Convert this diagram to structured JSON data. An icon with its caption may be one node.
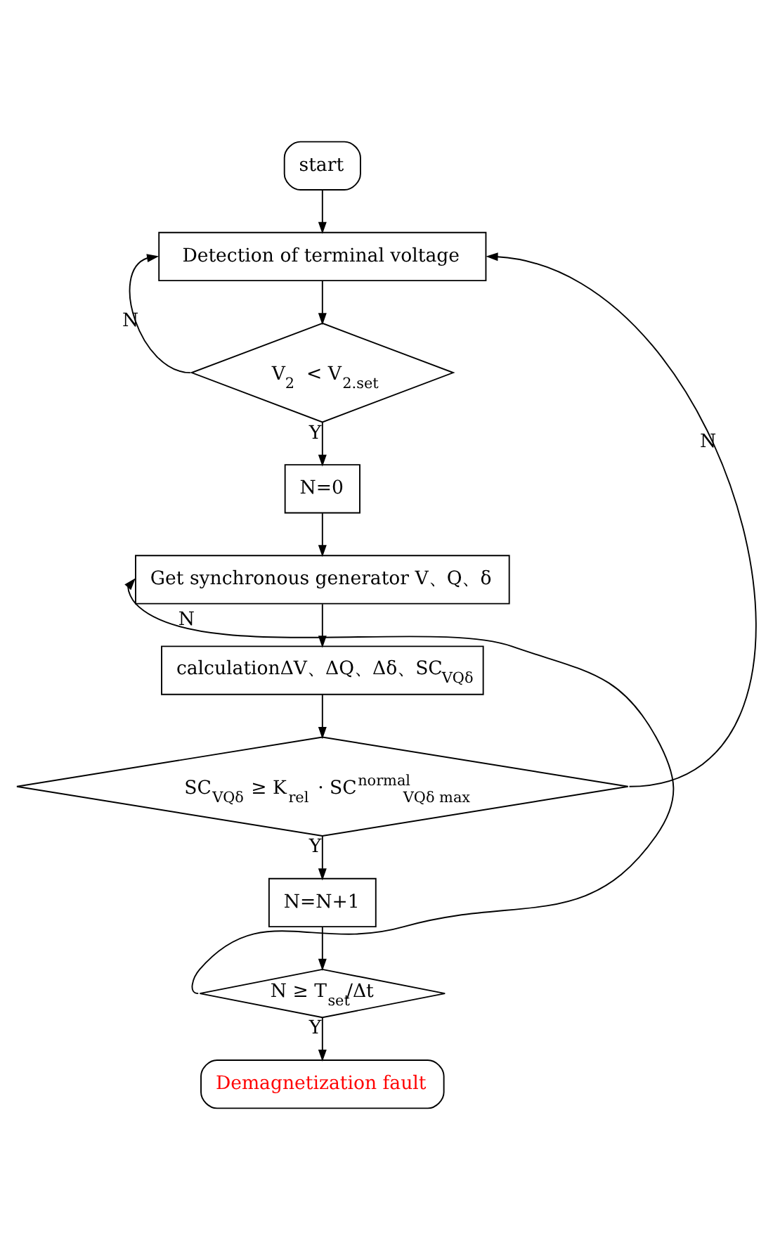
{
  "diagram": {
    "nodes": [
      {
        "text": [
          "start"
        ]
      },
      {
        "text": [
          "Detection of terminal voltage"
        ]
      },
      {
        "text": [
          "V$_{2}$ < V$_{2.set}$"
        ]
      },
      {
        "text": [
          "N=0"
        ]
      },
      {
        "text": [
          "Get synchronous generator V、Q、δ"
        ]
      },
      {
        "text": [
          "calculationΔV、ΔQ、Δδ、SC$_{VQδ}$"
        ]
      },
      {
        "text": [
          "SC$_{VQδ}$ ≥ K$_{rel}$ · SC$^{normal}$$_{VQδ max}$"
        ]
      },
      {
        "text": [
          "N=N+1"
        ]
      },
      {
        "text": [
          "N ≥ T$_{set}$/Δt"
        ]
      },
      {
        "text": [
          "Demagnetization fault"
        ]
      }
    ],
    "edges": [
      {
        "from": 0,
        "to": 1,
        "arrow": "to"
      },
      {
        "from": 1,
        "to": 2,
        "arrow": "to"
      },
      {
        "from": 2,
        "to": 1,
        "arrow": "to",
        "label": "N"
      },
      {
        "from": 2,
        "to": 3,
        "arrow": "to",
        "label": "Y"
      },
      {
        "from": 3,
        "to": 4,
        "arrow": "to"
      },
      {
        "from": 4,
        "to": 5,
        "arrow": "to"
      },
      {
        "from": 5,
        "to": 6,
        "arrow": "to"
      },
      {
        "from": 6,
        "to": 1,
        "arrow": "to",
        "label": "N"
      },
      {
        "from": 6,
        "to": 7,
        "arrow": "to",
        "label": "Y"
      },
      {
        "from": 7,
        "to": 8,
        "arrow": "to"
      },
      {
        "from": 8,
        "to": 4,
        "arrow": "to",
        "label": "N"
      },
      {
        "from": 8,
        "to": 9,
        "arrow": "to",
        "label": "Y"
      }
    ]
  }
}
